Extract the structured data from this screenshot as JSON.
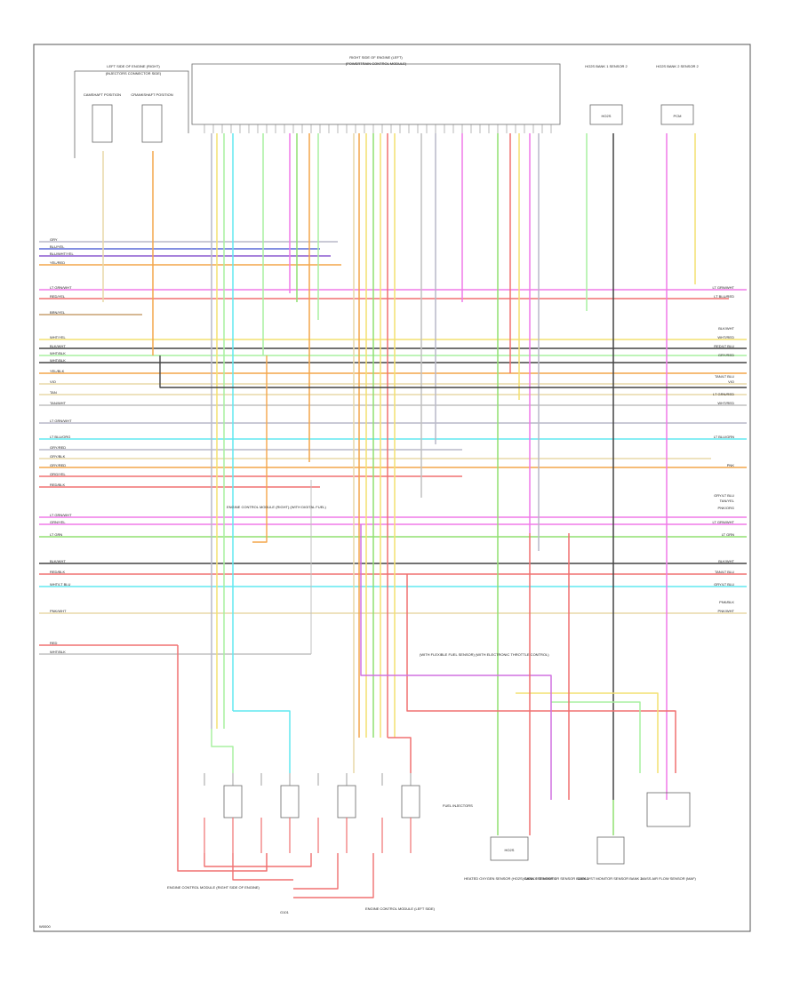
{
  "footer_code": "W0000",
  "top_groups": {
    "left": "LEFT SIDE OF ENGINE (RIGHT)",
    "left_sub": "(INJECTORS CONNECTOR SIDE)",
    "center": "RIGHT SIDE OF ENGINE (LEFT)",
    "center_sub": "(POWERTRAIN CONTROL MODULE)",
    "o2_left": "HO2S BANK 1 SENSOR 2",
    "o2_right": "HO2S BANK 2 SENSOR 2"
  },
  "sensors_top": [
    "CAMSHAFT POSITION",
    "CRANKSHAFT POSITION"
  ],
  "left_labels": [
    "GRY",
    "BLU/YEL",
    "BLU/WHT/YEL",
    "YEL/RED",
    "LT GRN/WHT",
    "RED/YEL",
    "BRN/YEL",
    "WHT/YEL",
    "BLK/WHT",
    "WHT/BLK",
    "WHT/BLK",
    "YEL/BLK",
    "VIO",
    "TAN",
    "TAN/WHT",
    "LT GRN/WHT",
    "LT BLU/ORG",
    "GRY/RED",
    "GRY/BLK",
    "GRY/RED",
    "ORG/YEL",
    "RED/BLK",
    "LT GRN/WHT",
    "GRN/YEL",
    "LT GRN",
    "BLK/WHT",
    "RED/BLK",
    "WHT/LT BLU",
    "PNK/WHT",
    "RED",
    "WHT/BLK"
  ],
  "right_labels": [
    "LT GRN/WHT",
    "LT BLU/RED",
    "BLK/WHT",
    "WHT/RED",
    "RED/LT BLU",
    "GRY/RED",
    "TAN/LT BLU",
    "VIO",
    "LT GRN/RED",
    "WHT/RED",
    "LT BLU/GRN",
    "PNK",
    "GRY/LT BLU",
    "TAN/YEL",
    "PNK/ORG",
    "LT GRN/WHT",
    "LT GRN",
    "BLK/WHT",
    "TAN/LT BLU",
    "GRY/LT BLU",
    "PNK/BLK",
    "PNK/WHT"
  ],
  "notes": {
    "ground_note": "ENGINE CONTROL MODULE (RIGHT) (WITH DIGITAL FUEL)",
    "ground_ref": "G101",
    "mid_note": "(WITH FLEXIBLE FUEL SENSOR) (WITH ELECTRONIC THROTTLE CONTROL)",
    "coil_label": "FUEL INJECTORS",
    "bottom_left": "ENGINE CONTROL MODULE (RIGHT SIDE OF ENGINE)",
    "bottom_mid": "ENGINE CONTROL MODULE (LEFT SIDE)"
  },
  "bottom_components": [
    "HEATED OXYGEN SENSOR (HO2S) BANK 1 SENSOR 1",
    "CATALYST MONITOR SENSOR BANK 1",
    "CATALYST MONITOR SENSOR BANK 2",
    "MASS AIR FLOW SENSOR (MAF)"
  ],
  "bottom_box": "HO2S",
  "o2_box": "HO2S",
  "pcm_box": "PCM"
}
